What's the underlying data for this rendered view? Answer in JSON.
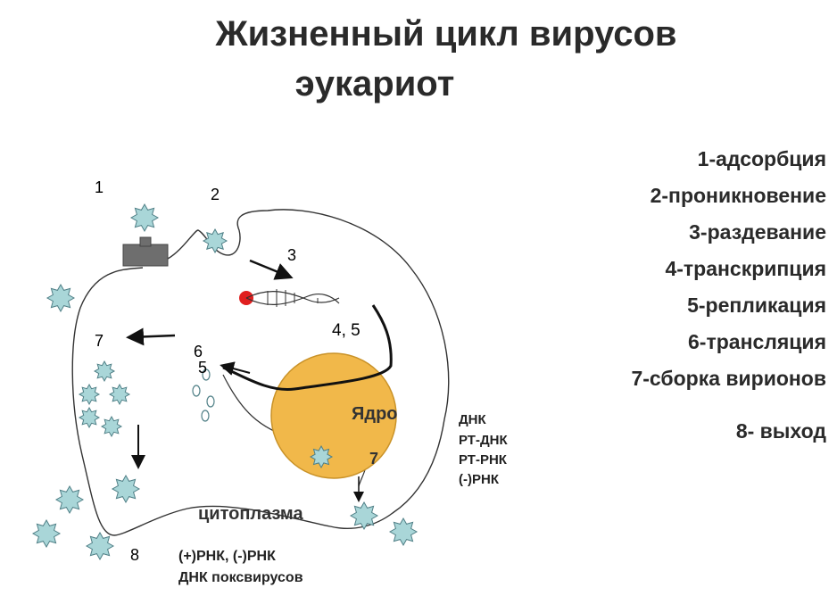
{
  "title": {
    "line1": "Жизненный цикл вирусов",
    "line2": "эукариот"
  },
  "legend": [
    "1-адсорбция",
    "2-проникновение",
    "3-раздевание",
    "4-транскрипция",
    "5-репликация",
    "6-трансляция",
    "7-сборка вирионов",
    "8- выход"
  ],
  "labels": {
    "step1": "1",
    "step2": "2",
    "step3": "3",
    "step45": "4, 5",
    "step6": "6",
    "step5": "5",
    "step7_left": "7",
    "step7_nucleus": "7",
    "step8": "8",
    "nucleus": "Ядро",
    "cytoplasm": "цитоплазма",
    "genome_types": [
      "ДНК",
      "РТ-ДНК",
      "РТ-РНК",
      "(-)РНК"
    ],
    "exit_types": [
      "(+)РНК, (-)РНК",
      "ДНК поксвирусов"
    ]
  },
  "colors": {
    "virion_fill": "#a9d6d8",
    "virion_stroke": "#4f7f86",
    "nucleus_fill": "#f1b84a",
    "nucleus_stroke": "#c99228",
    "receptor_fill": "#6e6e6e",
    "capsid_red": "#e01f1f",
    "membrane": "#333333"
  }
}
